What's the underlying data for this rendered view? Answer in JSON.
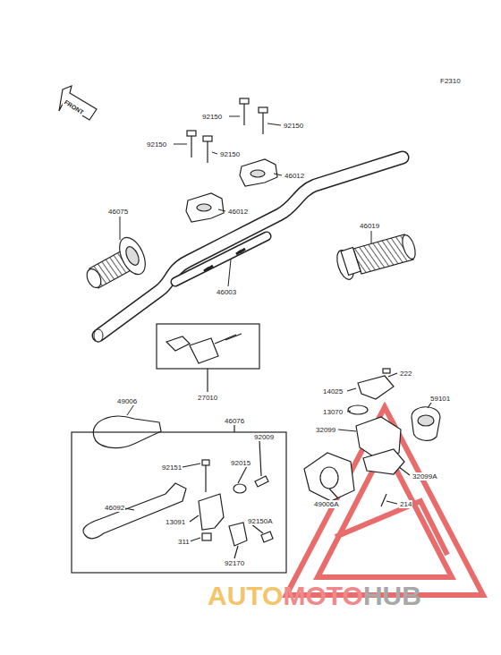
{
  "diagram": {
    "labels": [
      "F2310",
      "FRONT",
      "92150",
      "92150",
      "92150",
      "92150",
      "46012",
      "46012",
      "46075",
      "46019",
      "46003",
      "27010",
      "49006",
      "46076",
      "92009",
      "92151",
      "92015",
      "46092",
      "13091",
      "92150A",
      "311",
      "92170",
      "222",
      "14025",
      "59101",
      "13070",
      "32099",
      "32099A",
      "214",
      "49006A",
      "AUTO",
      "MOTO",
      "HUB"
    ]
  }
}
